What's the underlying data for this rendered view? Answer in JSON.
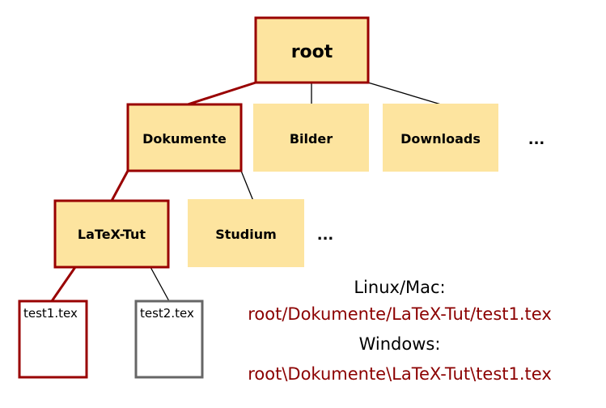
{
  "colors": {
    "node_fill": "#fde49f",
    "path_stroke": "#990000",
    "plain_line": "#000000",
    "file_border_plain": "#666666",
    "path_text": "#8b0000"
  },
  "nodes": {
    "root": "root",
    "dokumente": "Dokumente",
    "bilder": "Bilder",
    "downloads": "Downloads",
    "more_level1": "...",
    "latex_tut": "LaTeX-Tut",
    "studium": "Studium",
    "more_level2": "...",
    "test1": "test1.tex",
    "test2": "test2.tex"
  },
  "captions": {
    "linux_label": "Linux/Mac:",
    "linux_path": "root/Dokumente/LaTeX-Tut/test1.tex",
    "windows_label": "Windows:",
    "windows_path": "root\\Dokumente\\LaTeX-Tut\\test1.tex"
  }
}
